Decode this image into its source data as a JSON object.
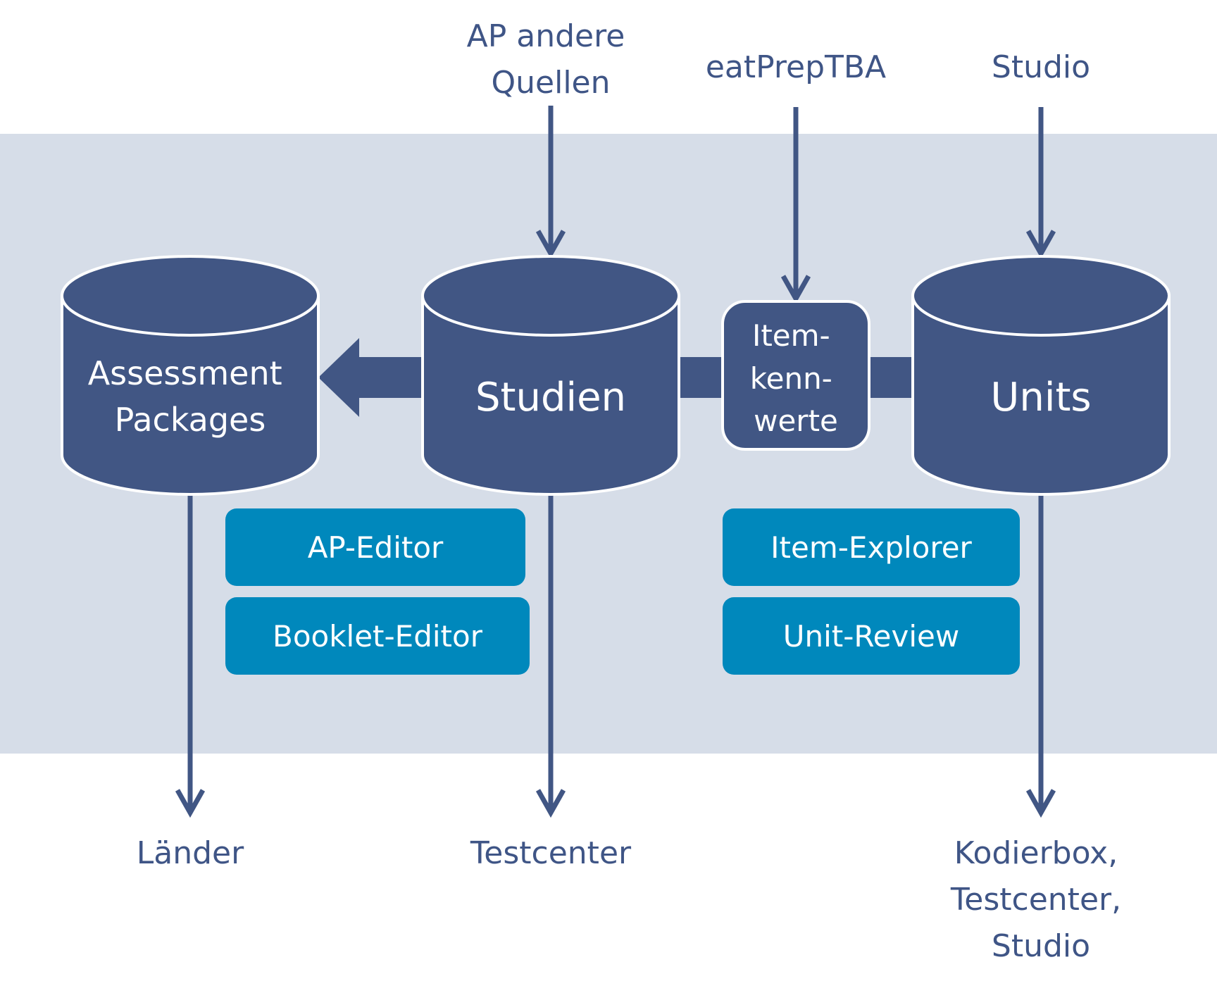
{
  "sources": {
    "ap_andere_line1": "AP andere",
    "ap_andere_line2": "Quellen",
    "eatprep": "eatPrepTBA",
    "studio": "Studio"
  },
  "stores": {
    "assessment_line1": "Assessment",
    "assessment_line2": "Packages",
    "studien": "Studien",
    "units": "Units"
  },
  "itemkennwerte": {
    "line1": "Item-",
    "line2": "kenn-",
    "line3": "werte"
  },
  "tools": {
    "ap_editor": "AP-Editor",
    "booklet_editor": "Booklet-Editor",
    "item_explorer": "Item-Explorer",
    "unit_review": "Unit-Review"
  },
  "targets": {
    "laender": "Länder",
    "testcenter": "Testcenter",
    "units_line1": "Kodierbox,",
    "units_line2": "Testcenter,",
    "units_line3": "Studio"
  },
  "colors": {
    "band": "#d6dde8",
    "cylinder": "#415684",
    "tool": "#0088bc",
    "text": "#3f5586"
  }
}
